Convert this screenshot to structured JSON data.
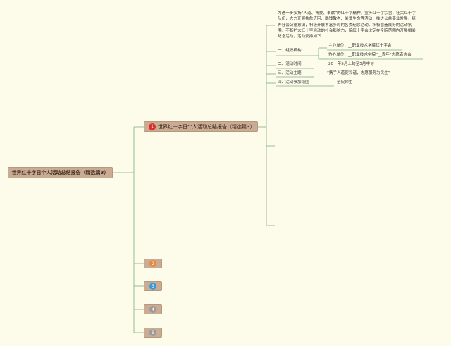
{
  "root": {
    "label": "世界红十字日个人活动总结报告（精选篇3）"
  },
  "branch1": {
    "badge": "1",
    "label": "世界红十字日个人活动总结报告（精选篇3）"
  },
  "intro_lines": [
    "为进一步弘扬“人道、博爱、奉献”的红十字精神，宣传红十字宗旨，壮大红十字",
    "队伍，大力开展扶危济困、助残敬老、关爱生命等活动，推进公益事业发展，培",
    "养社会公德意识，积极开展丰富多彩的各类纪念活动，积极营造良好的活动氛",
    "围，不断扩大红十字运动的社会影响力，院红十字会决定在全院范围内开展相关",
    "纪念活动，活动安排如下："
  ],
  "sections": {
    "org": {
      "label": "一、组织机构",
      "host": "主办单位：__职业技术学院红十字会",
      "co": "协办单位：__职业技术学院“__青年”志愿者协会"
    },
    "time": {
      "label": "二、活动时间",
      "value": "20__年5月上旬至5月中旬"
    },
    "theme": {
      "label": "三、活动主题",
      "value": "“携手人道促和谐，志愿服务为民生”"
    },
    "scope": {
      "label": "四、活动参加范围",
      "value": "全院师生"
    }
  },
  "collapsed": [
    {
      "badge": "2",
      "color": "#e8883a"
    },
    {
      "badge": "3",
      "color": "#3a9ad9"
    },
    {
      "badge": "4",
      "color": "#9a9a9a"
    },
    {
      "badge": "5",
      "color": "#9a9a9a"
    }
  ],
  "colors": {
    "badge1": "#d9312a",
    "line": "#7fae7f"
  }
}
